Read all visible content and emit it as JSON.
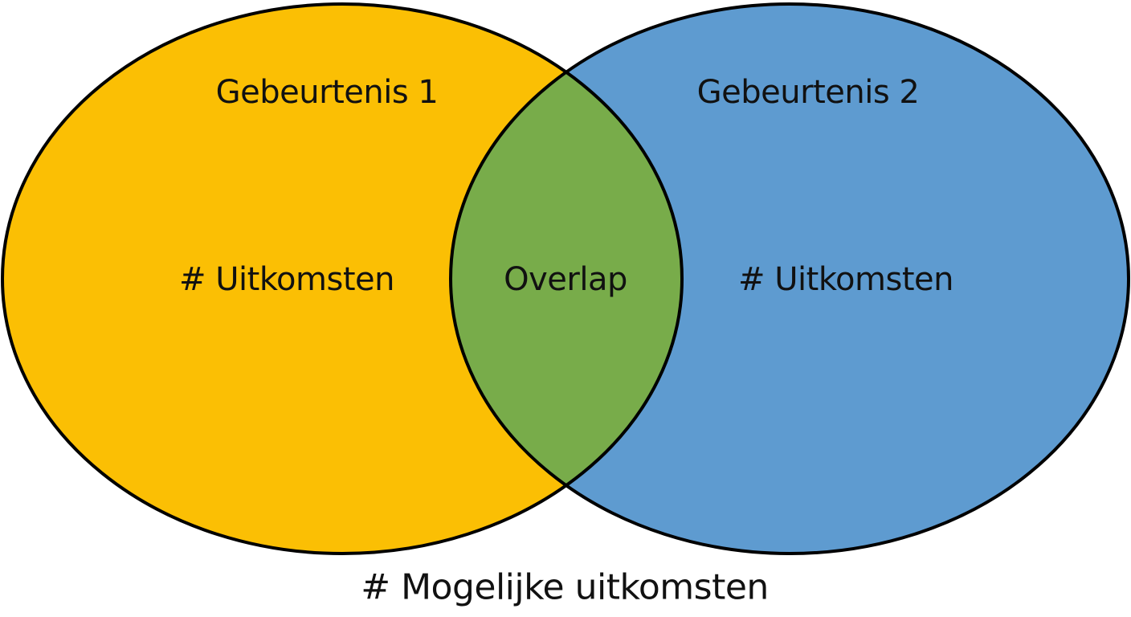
{
  "diagram": {
    "type": "venn",
    "colors": {
      "event1": "#FBBF04",
      "event2": "#5E9BD0",
      "overlap": "#78AC4A",
      "outline": "#000000",
      "background": "#FFFFFF",
      "text": "#111111"
    },
    "event1": {
      "title": "Gebeurtenis 1",
      "count_label": "# Uitkomsten"
    },
    "event2": {
      "title": "Gebeurtenis 2",
      "count_label": "# Uitkomsten"
    },
    "overlap": {
      "label": "Overlap"
    },
    "footer": {
      "label": "# Mogelijke uitkomsten"
    }
  }
}
